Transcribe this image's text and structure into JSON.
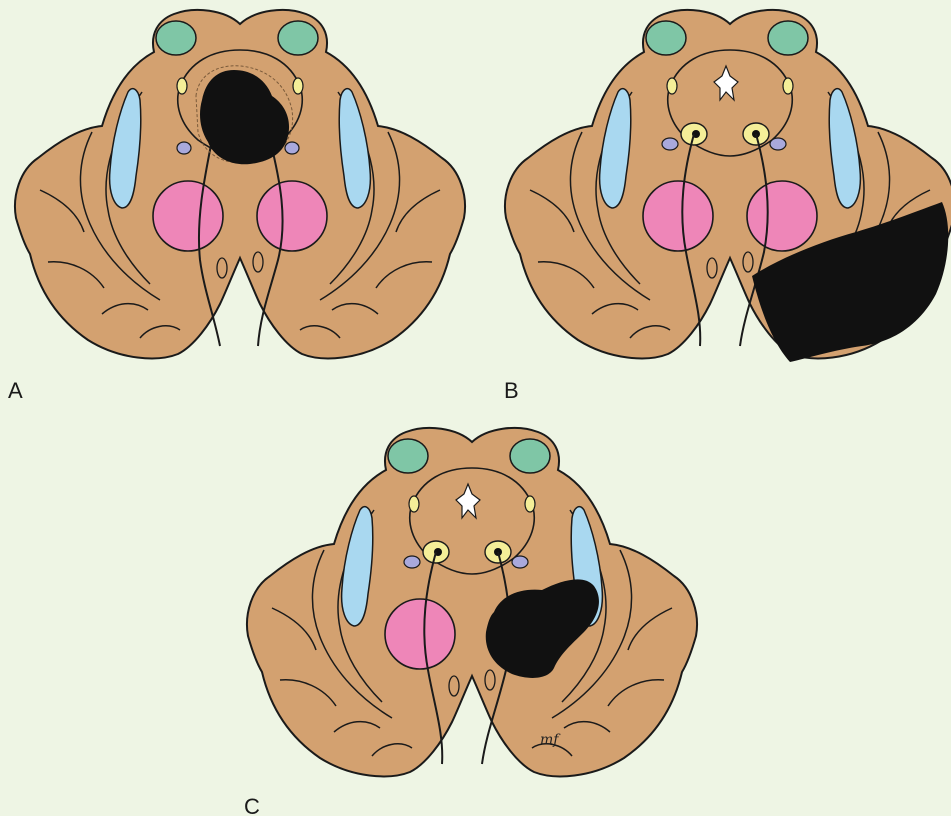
{
  "panels": [
    {
      "id": "A",
      "label": "A"
    },
    {
      "id": "B",
      "label": "B"
    },
    {
      "id": "C",
      "label": "C"
    }
  ],
  "signature": "mf",
  "colors": {
    "background": "#eef5e4",
    "brainstem": "#d3a170",
    "outline": "#1a1a1a",
    "green_nucleus": "#7fc6a6",
    "blue_lemniscus": "#a9d8f0",
    "pink_nucleus": "#ee86b8",
    "yellow_nucleus": "#f4ee98",
    "lavender_nucleus": "#a9a9dc",
    "lesion": "#111111",
    "aqueduct": "#ffffff"
  }
}
